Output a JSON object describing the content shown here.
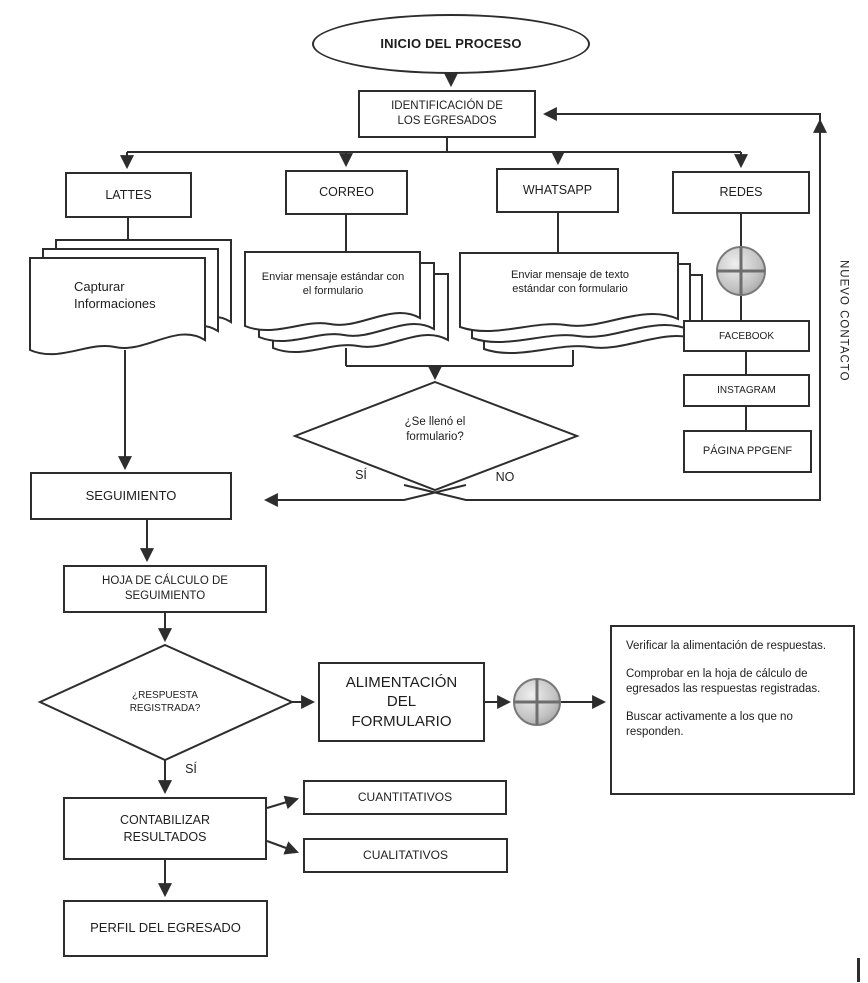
{
  "colors": {
    "ink": "#2d2d2d",
    "junction_fill": "#bdbdbd"
  },
  "start": {
    "label": "INICIO DEL PROCESO"
  },
  "identification": {
    "label": "IDENTIFICACIÓN DE LOS EGRESADOS"
  },
  "channels": {
    "lattes": {
      "label": "LATTES",
      "doc": "Capturar Informaciones"
    },
    "correo": {
      "label": "CORREO",
      "doc": "Enviar mensaje estándar con el formulario"
    },
    "whatsapp": {
      "label": "WHATSAPP",
      "doc": "Enviar mensaje de texto estándar con formulario"
    },
    "redes": {
      "label": "REDES",
      "items": [
        "FACEBOOK",
        "INSTAGRAM",
        "PÁGINA PPGENF"
      ]
    }
  },
  "side_note": {
    "label": "NUEVO CONTACTO"
  },
  "decision_form": {
    "question": "¿Se llenó el formulario?",
    "yes": "SÍ",
    "no": "NO"
  },
  "seguimiento": {
    "label": "SEGUIMIENTO"
  },
  "hoja_calculo": {
    "label": "HOJA DE CÁLCULO DE SEGUIMIENTO"
  },
  "decision_respuesta": {
    "question": "¿RESPUESTA REGISTRADA?",
    "yes": "SÍ"
  },
  "alimentacion": {
    "label": "ALIMENTACIÓN DEL FORMULARIO"
  },
  "verificacion": {
    "items": [
      "Verificar la alimentación de respuestas.",
      "Comprobar en la hoja de cálculo de egresados las respuestas registradas.",
      "Buscar activamente a los que no responden."
    ]
  },
  "contabilizar": {
    "label": "CONTABILIZAR RESULTADOS"
  },
  "resultados": {
    "cuantitativos": "CUANTITATIVOS",
    "cualitativos": "CUALITATIVOS"
  },
  "perfil": {
    "label": "PERFIL DEL EGRESADO"
  }
}
